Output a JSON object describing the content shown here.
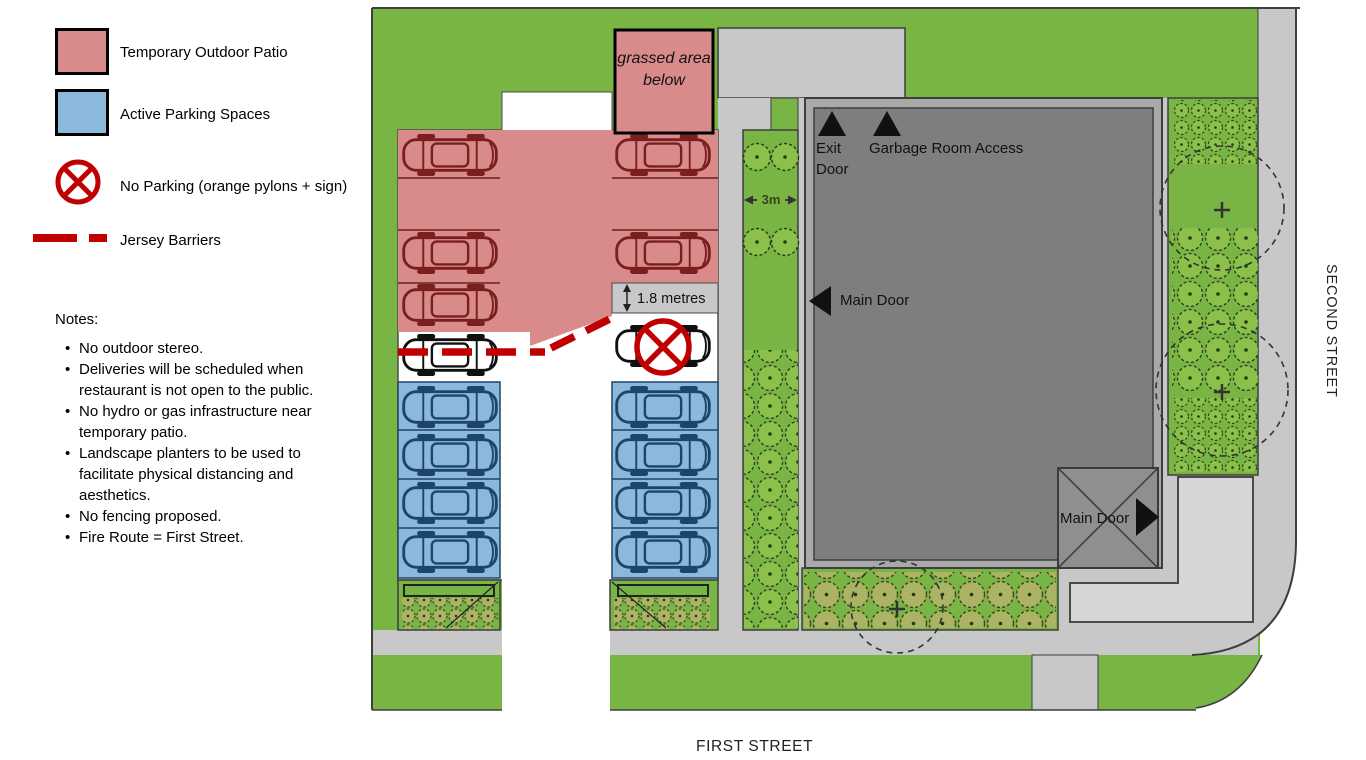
{
  "legend": {
    "items": [
      {
        "label": "Temporary Outdoor Patio"
      },
      {
        "label": "Active Parking Spaces"
      },
      {
        "label": "No Parking (orange pylons + sign)"
      },
      {
        "label": "Jersey Barriers"
      }
    ]
  },
  "notes": {
    "title": "Notes:",
    "items": [
      "No outdoor stereo.",
      "Deliveries will be scheduled when restaurant is not open to the public.",
      "No hydro or gas infrastructure near temporary patio.",
      "Landscape planters to be used to facilitate physical distancing and aesthetics.",
      "No fencing proposed.",
      "Fire Route = First Street."
    ]
  },
  "plan": {
    "grassed_area_label": "grassed area below",
    "clearance_label": "1.8 metres",
    "landscape_width_label": "3m",
    "exit_door_label": "Exit Door",
    "garbage_room_label": "Garbage Room Access",
    "main_door_west_label": "Main Door",
    "main_door_south_label": "Main Door"
  },
  "streets": {
    "south": "FIRST STREET",
    "east": "SECOND STREET"
  },
  "colors": {
    "patio_pink": "#d98b8b",
    "parking_blue": "#8ab9dc",
    "no_parking_red": "#c00000",
    "grass_green": "#79b544",
    "pavement_gray": "#c8c8c8",
    "building_gray": "#7e7e7e"
  }
}
